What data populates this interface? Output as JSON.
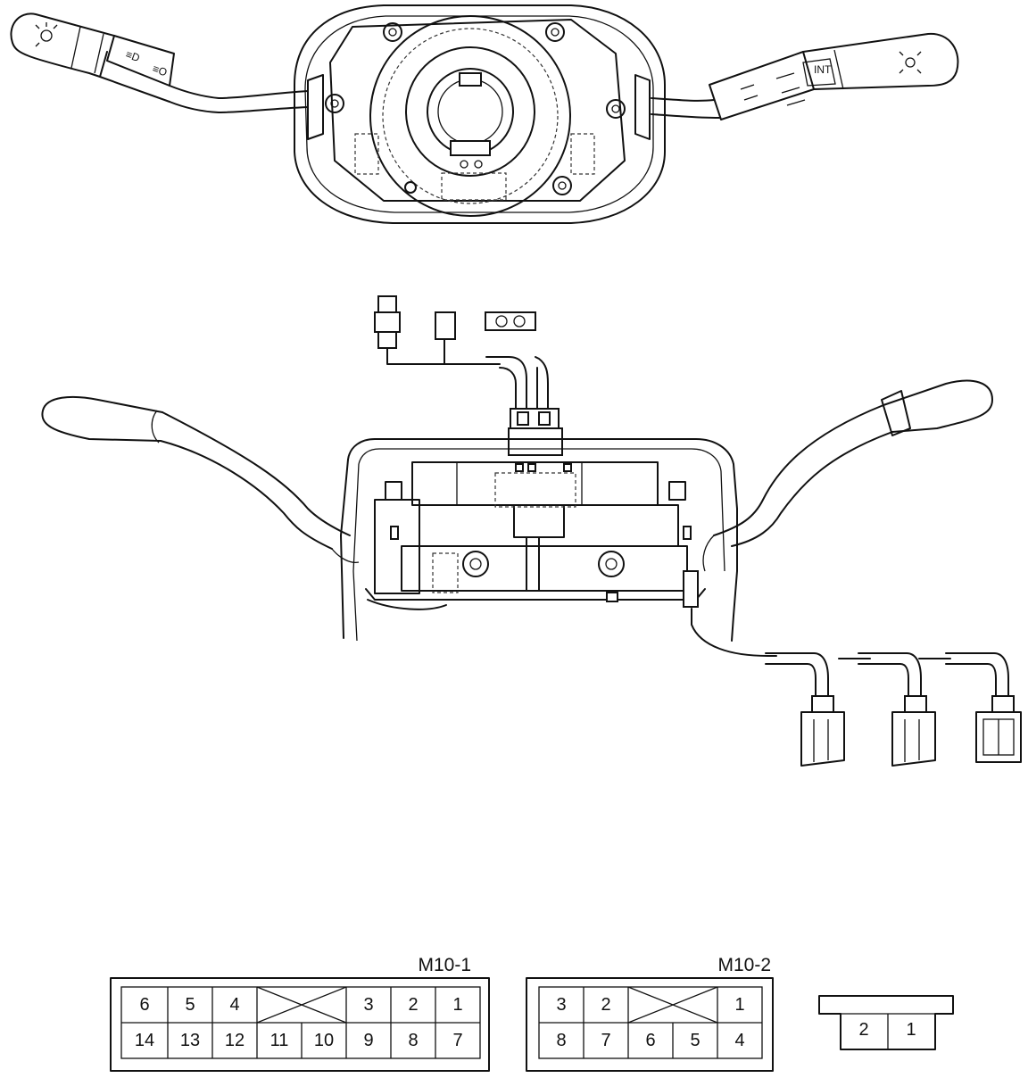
{
  "connector_m10_1": {
    "label": "M10-1",
    "top_row": [
      "6",
      "5",
      "4",
      "3",
      "2",
      "1"
    ],
    "bottom_row": [
      "14",
      "13",
      "12",
      "11",
      "10",
      "9",
      "8",
      "7"
    ]
  },
  "connector_m10_2": {
    "label": "M10-2",
    "top_row": [
      "3",
      "2",
      "1"
    ],
    "bottom_row": [
      "8",
      "7",
      "6",
      "5",
      "4"
    ]
  },
  "connector_small": {
    "pins": [
      "2",
      "1"
    ]
  },
  "lever_markings": {
    "wiper_int": "INT"
  }
}
